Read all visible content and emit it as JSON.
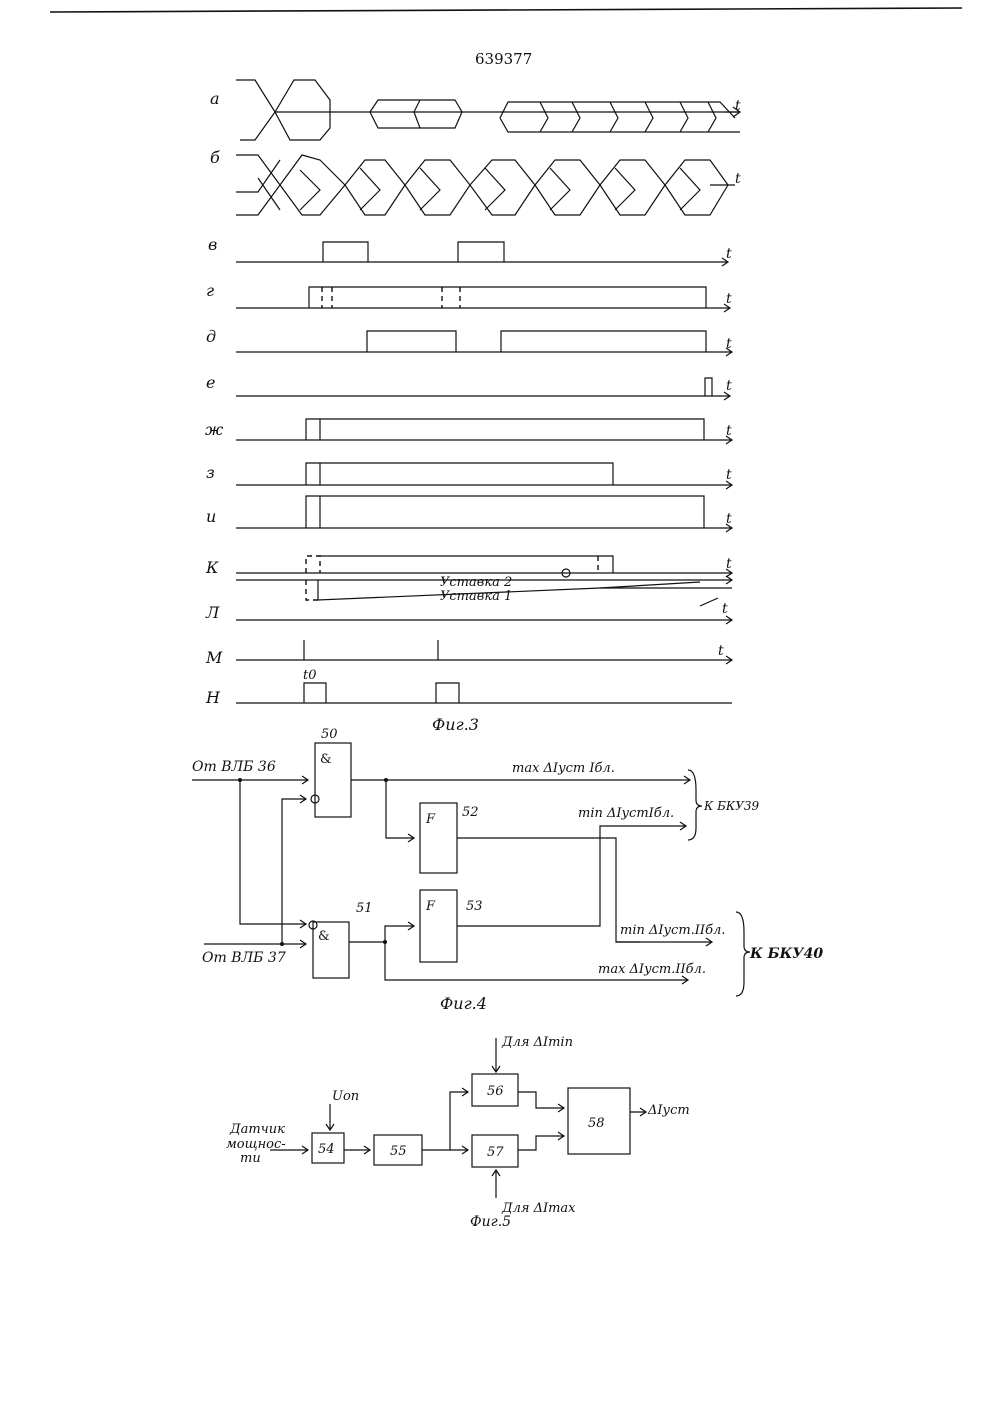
{
  "header": {
    "page_number": "639377"
  },
  "fig3": {
    "caption": "Фиг.3",
    "time_label": "t",
    "t0_label": "t0",
    "rows": [
      {
        "key": "a",
        "label": "а"
      },
      {
        "key": "b",
        "label": "б"
      },
      {
        "key": "v",
        "label": "в"
      },
      {
        "key": "g",
        "label": "г"
      },
      {
        "key": "d",
        "label": "д"
      },
      {
        "key": "e",
        "label": "е"
      },
      {
        "key": "zh",
        "label": "ж"
      },
      {
        "key": "z",
        "label": "з"
      },
      {
        "key": "i",
        "label": "и"
      },
      {
        "key": "k",
        "label": "К"
      },
      {
        "key": "l",
        "label": "Л"
      },
      {
        "key": "m",
        "label": "М"
      },
      {
        "key": "n",
        "label": "Н"
      }
    ],
    "setpoint_2": "Уставка 2",
    "setpoint_1": "Уставка 1"
  },
  "fig4": {
    "caption": "Фиг.4",
    "input_1": "От ВЛБ 36",
    "input_2": "От ВЛБ 37",
    "blocks": {
      "b50": "50",
      "b51": "51",
      "b52": "52",
      "b53": "53"
    },
    "and_symbol": "&",
    "f_symbol": "F",
    "out_max_1": "max ΔIуст Iбл.",
    "out_min_1": "min ΔIустIбл.",
    "out_min_2": "min ΔIуст.IIбл.",
    "out_max_2": "max ΔIуст.IIбл.",
    "dest_1": "К БКУ39",
    "dest_2": "К БКУ40"
  },
  "fig5": {
    "caption": "Фиг.5",
    "sensor_line1": "Датчик",
    "sensor_line2": "мощнос-",
    "sensor_line3": "ти",
    "u_ref": "Uоп",
    "for_min": "Для ΔImin",
    "for_max": "Для ΔImax",
    "output": "ΔIуст",
    "blocks": {
      "b54": "54",
      "b55": "55",
      "b56": "56",
      "b57": "57",
      "b58": "58"
    }
  }
}
